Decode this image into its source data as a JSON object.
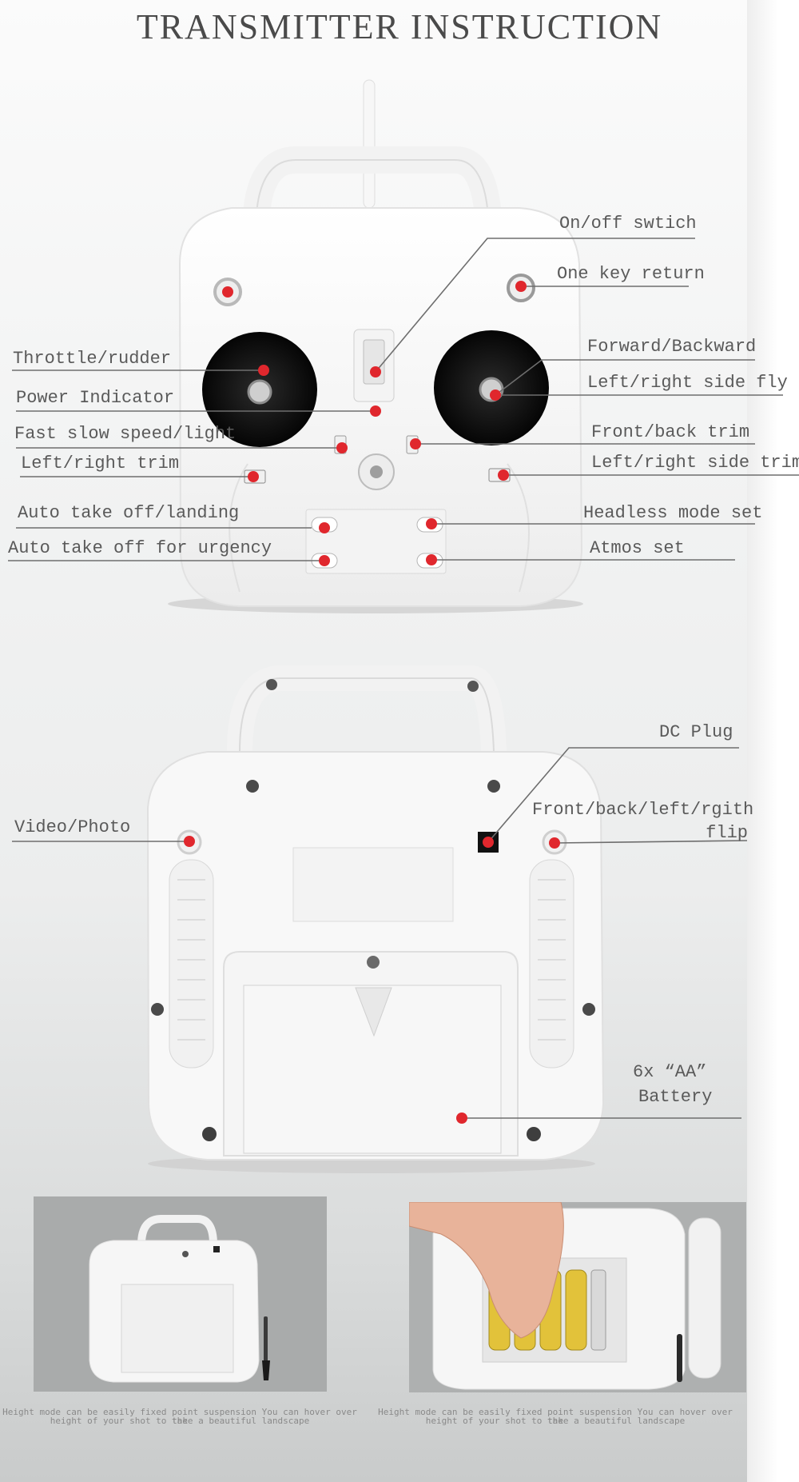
{
  "title": "TRANSMITTER INSTRUCTION",
  "front_labels": {
    "on_off": "On/off swtich",
    "one_key_return": "One key return",
    "throttle": "Throttle/rudder",
    "power_indicator": "Power Indicator",
    "speed_light": "Fast slow speed/light",
    "lr_trim": "Left/right trim",
    "auto_takeoff": "Auto take off/landing",
    "auto_urgency": "Auto take off for urgency",
    "forward_backward": "Forward/Backward",
    "lr_side_fly": "Left/right side fly",
    "fb_trim": "Front/back trim",
    "lr_side_trim": "Left/right side trim",
    "headless": "Headless mode set",
    "atmos": "Atmos set"
  },
  "back_labels": {
    "dc_plug": "DC Plug",
    "video_photo": "Video/Photo",
    "flip_line1": "Front/back/left/rgith",
    "flip_line2": "flip",
    "battery_line1": "6x “AA”",
    "battery_line2": "Battery"
  },
  "captions": [
    {
      "line1": "Height mode can be easily fixed point suspension You can hover over the",
      "line2": "height of your shot to take a beautiful landscape"
    },
    {
      "line1": "Height mode can be easily fixed point suspension You can hover over the",
      "line2": "height of your shot to take a beautiful landscape"
    }
  ],
  "colors": {
    "marker": "#e0272d",
    "leader_line": "#6e6e6e",
    "body": "#fafafa",
    "photo_bg": "#a9abab"
  }
}
